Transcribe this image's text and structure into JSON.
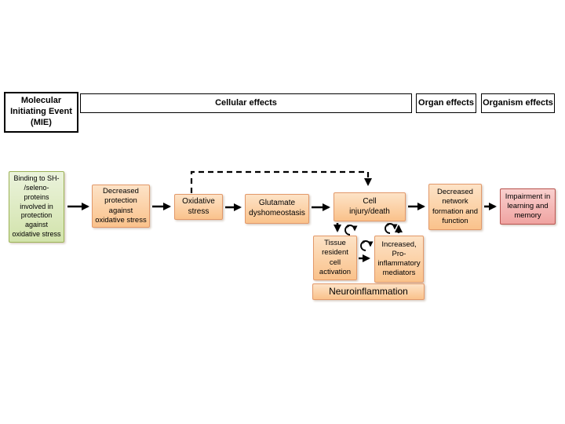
{
  "headers": {
    "mie": "Molecular\nInitiating Event\n(MIE)",
    "cellular": "Cellular effects",
    "organ": "Organ effects",
    "organism": "Organism effects"
  },
  "nodes": {
    "binding": "Binding to SH-\n/seleno-\nproteins\ninvolved in\nprotection\nagainst\noxidative stress",
    "decreased_protection": "Decreased\nprotection\nagainst\noxidative stress",
    "oxidative_stress": "Oxidative\nstress",
    "glutamate": "Glutamate\ndyshomeostasis",
    "cell_injury": "Cell\ninjury/death",
    "tissue_activation": "Tissue\nresident\ncell\nactivation",
    "proinflammatory_mediators": "Increased,\nPro-\ninflammatory\nmediators",
    "neuroinflammation": "Neuroinflammation",
    "decreased_network": "Decreased\nnetwork\nformation and\nfunction",
    "impairment": "Impairment in\nlearning and\nmemory"
  },
  "glyphs": {
    "plus": "+"
  },
  "pathway": {
    "flow_order": [
      "binding",
      "decreased_protection",
      "oxidative_stress",
      "glutamate",
      "cell_injury",
      "decreased_network",
      "impairment"
    ],
    "dashed_feedback": {
      "from": "oxidative_stress",
      "to": "cell_injury"
    },
    "positive_feedback_loops": [
      {
        "from": "cell_injury",
        "to": "tissue_activation",
        "sign": "+"
      },
      {
        "from": "proinflammatory_mediators",
        "to": "cell_injury",
        "sign": "+"
      },
      {
        "from": "tissue_activation",
        "to": "proinflammatory_mediators",
        "sign": "+"
      }
    ],
    "group_label_for_loops": "Neuroinflammation"
  },
  "colors": {
    "mie_node_fill": "#d9e7b8",
    "mie_node_border": "#9cb356",
    "effect_node_fill": "#fbc58f",
    "effect_node_border": "#e2996a",
    "adverse_node_fill": "#f3aca9",
    "adverse_node_border": "#b85450",
    "header_border": "#000000",
    "arrow": "#000000",
    "background": "#ffffff"
  }
}
